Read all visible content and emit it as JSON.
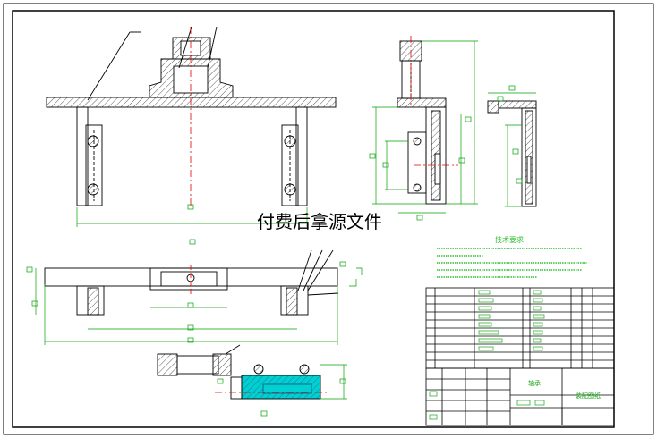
{
  "watermark": "付费后拿源文件",
  "tech_requirements_title": "技术要求",
  "title_block": {
    "name_cell": "轴承",
    "drawing_cell": "装配图纸"
  },
  "colors": {
    "outline": "#000000",
    "dimension": "#00a000",
    "centerline": "#e00000",
    "hatch": "#333333",
    "highlight_fill": "#00d0d0",
    "background": "#ffffff"
  }
}
